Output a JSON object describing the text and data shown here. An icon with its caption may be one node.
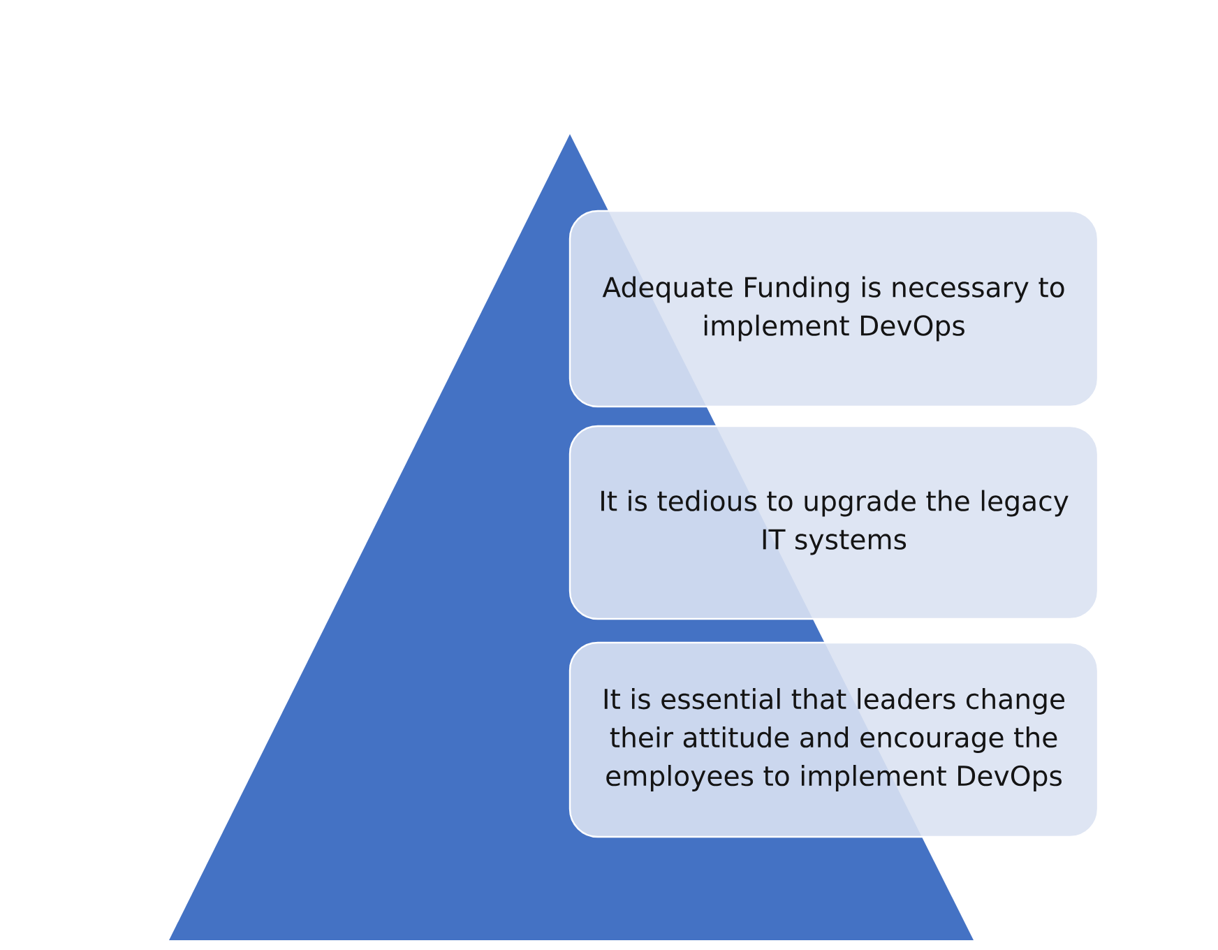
{
  "diagram": {
    "nodes": [
      {
        "text": [
          "Adequate Funding is necessary to implement DevOps"
        ]
      },
      {
        "text": [
          "It is tedious to upgrade the legacy IT systems"
        ]
      },
      {
        "text": [
          "It is essential that leaders change their attitude and encourage the employees to implement DevOps"
        ]
      }
    ]
  }
}
